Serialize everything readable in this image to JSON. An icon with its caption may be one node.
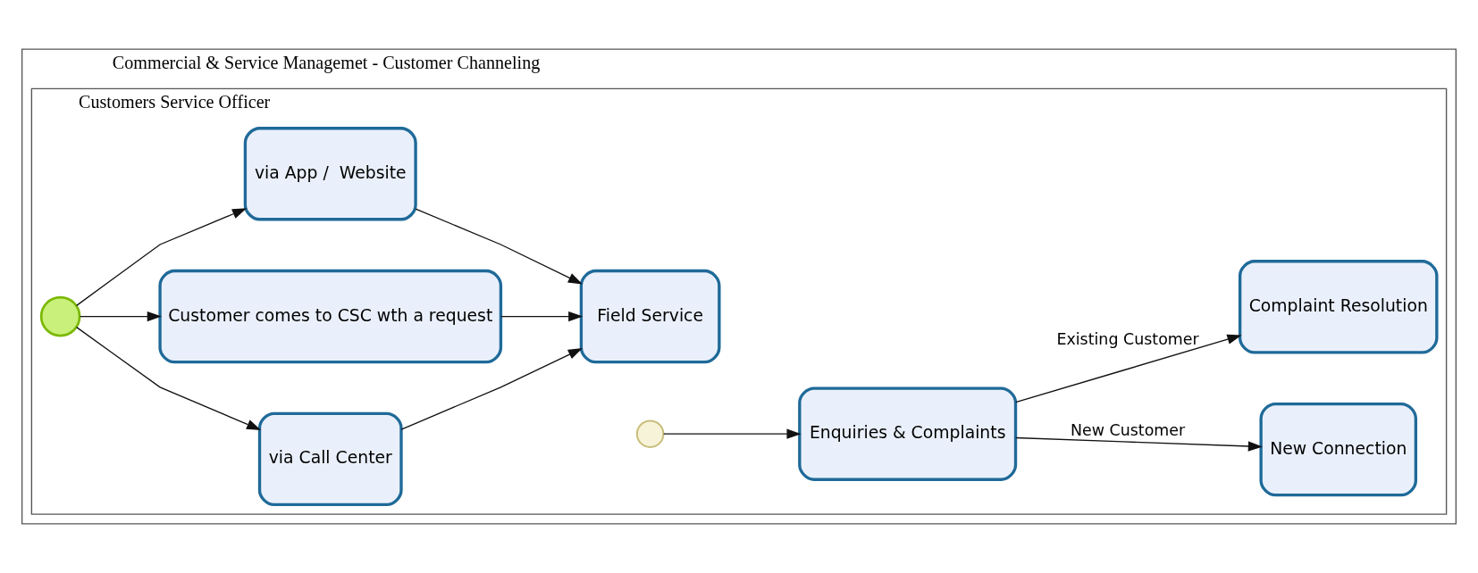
{
  "diagram": {
    "nodes": [
      {
        "text": [
          "Commercial & Service Managemet - Customer Channeling"
        ]
      },
      {
        "text": [
          "Customers Service Officer"
        ],
        "in": 0
      },
      {
        "text": [],
        "shape": "circle",
        "in": 1
      },
      {
        "text": [
          "via Call Center"
        ],
        "in": 1
      },
      {
        "text": [
          "Customer comes to CSC wth a request"
        ],
        "in": 1
      },
      {
        "text": [
          "via App /  Website"
        ],
        "in": 1
      },
      {
        "text": [
          "Field Service"
        ],
        "in": 1
      },
      {
        "text": [],
        "shape": "circle",
        "in": 1
      },
      {
        "text": [
          "Enquiries & Complaints"
        ],
        "in": 1
      },
      {
        "text": [
          "New Connection"
        ],
        "in": 1
      },
      {
        "text": [
          "Complaint Resolution"
        ],
        "in": 1
      }
    ],
    "edges": [
      {
        "from": 2,
        "to": 3,
        "arrow": "to"
      },
      {
        "from": 2,
        "to": 4,
        "arrow": "to"
      },
      {
        "from": 2,
        "to": 5,
        "arrow": "to"
      },
      {
        "from": 3,
        "to": 6,
        "arrow": "to"
      },
      {
        "from": 4,
        "to": 6,
        "arrow": "to"
      },
      {
        "from": 5,
        "to": 6,
        "arrow": "to"
      },
      {
        "from": 7,
        "to": 8,
        "arrow": "to"
      },
      {
        "from": 8,
        "to": 9,
        "label": "New Customer",
        "arrow": "to"
      },
      {
        "from": 8,
        "to": 10,
        "label": "Existing Customer",
        "arrow": "to"
      }
    ]
  }
}
